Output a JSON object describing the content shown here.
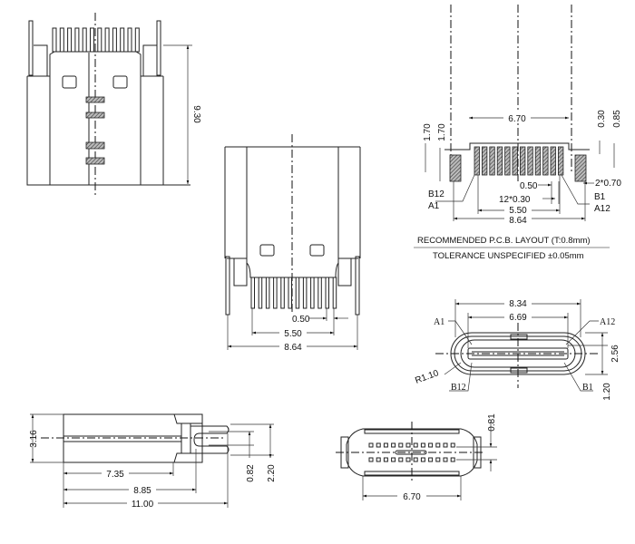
{
  "views": {
    "top_view": {
      "height_dim": "9.30"
    },
    "front_view": {
      "pitch_dim": "0.50",
      "pin_span_dim": "5.50",
      "overall_width_dim": "8.64"
    },
    "pcb_layout": {
      "width_dim": "6.70",
      "left_offset_dims": [
        "1.70",
        "1.70"
      ],
      "right_offset_dims": [
        "0.30",
        "0.85"
      ],
      "pitch_dim": "0.50",
      "pad_width_dim": "12*0.30",
      "shell_pad_dim": "2*0.70",
      "pin_span_dim": "5.50",
      "overall_width_dim": "8.64",
      "labels": {
        "b12": "B12",
        "a1": "A1",
        "b1": "B1",
        "a12": "A12"
      },
      "title": "RECOMMENDED   P.C.B.  LAYOUT  (T:0.8mm)",
      "tolerance": "TOLERANCE  UNSPECIFIED  ±0.05mm"
    },
    "mating_face": {
      "outer_width_dim": "8.34",
      "inner_width_dim": "6.69",
      "height_dim": "2.56",
      "offset_dim": "1.20",
      "radius_dim": "R1.10",
      "labels": {
        "a1": "A1",
        "a12": "A12",
        "b12": "B12",
        "b1": "B1"
      }
    },
    "side_view": {
      "height_dim": "3.16",
      "dims": [
        "7.35",
        "8.85",
        "11.00"
      ],
      "lead_dims": [
        "0.82",
        "2.20"
      ]
    },
    "bottom_view": {
      "width_dim": "6.70",
      "row_dim": "0.81"
    }
  }
}
